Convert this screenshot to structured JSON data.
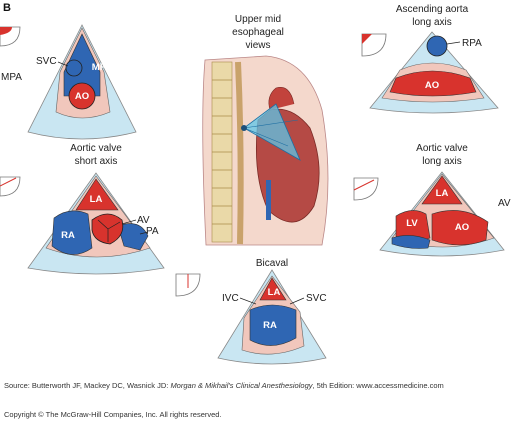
{
  "figure": {
    "panel_letter": "B",
    "colors": {
      "sector": "#c9e6f2",
      "tissue": "#f1c7bc",
      "arterial": "#d8332d",
      "venous": "#2f66b3",
      "outline": "#6b6b6b"
    },
    "views": {
      "upper_mid": {
        "title_line1": "Upper mid",
        "title_line2": "esophageal",
        "title_line3": "views"
      },
      "mpa_view": {
        "side_label": "MPA",
        "svc": "SVC",
        "mpa": "MPA",
        "ao": "AO"
      },
      "ascending_aorta": {
        "title_line1": "Ascending aorta",
        "title_line2": "long axis",
        "rpa": "RPA",
        "ao": "AO"
      },
      "av_short_axis": {
        "title_line1": "Aortic valve",
        "title_line2": "short axis",
        "la": "LA",
        "ra": "RA",
        "av": "AV",
        "pa": "PA"
      },
      "av_long_axis": {
        "title_line1": "Aortic valve",
        "title_line2": "long axis",
        "side_label": "AV",
        "la": "LA",
        "lv": "LV",
        "ao": "AO"
      },
      "bicaval": {
        "title": "Bicaval",
        "ivc": "IVC",
        "svc": "SVC",
        "la": "LA",
        "ra": "RA"
      }
    }
  },
  "source": {
    "prefix": "Source: Butterworth JF, Mackey DC, Wasnick JD: ",
    "book_title": "Morgan & Mikhail's Clinical Anesthesiology",
    "suffix": ", 5th Edition: www.accessmedicine.com"
  },
  "copyright": "Copyright © The McGraw-Hill Companies, Inc. All rights reserved."
}
